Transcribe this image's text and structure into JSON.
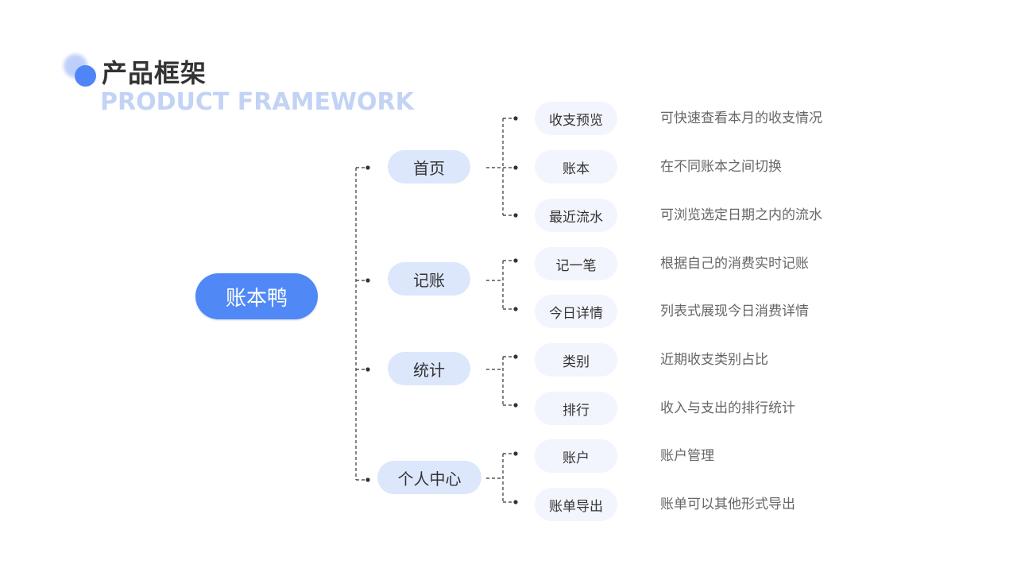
{
  "header": {
    "title_cn": "产品框架",
    "title_en": "PRODUCT FRAMEWORK"
  },
  "root": {
    "label": "账本鸭"
  },
  "branches": [
    {
      "label": "首页",
      "children": [
        {
          "label": "收支预览",
          "desc": "可快速查看本月的收支情况"
        },
        {
          "label": "账本",
          "desc": "在不同账本之间切换"
        },
        {
          "label": "最近流水",
          "desc": "可浏览选定日期之内的流水"
        }
      ]
    },
    {
      "label": "记账",
      "children": [
        {
          "label": "记一笔",
          "desc": "根据自己的消费实时记账"
        },
        {
          "label": "今日详情",
          "desc": "列表式展现今日消费详情"
        }
      ]
    },
    {
      "label": "统计",
      "children": [
        {
          "label": "类别",
          "desc": "近期收支类别占比"
        },
        {
          "label": "排行",
          "desc": "收入与支出的排行统计"
        }
      ]
    },
    {
      "label": "个人中心",
      "children": [
        {
          "label": "账户",
          "desc": "账户管理"
        },
        {
          "label": "账单导出",
          "desc": "账单可以其他形式导出"
        }
      ]
    }
  ],
  "colors": {
    "accent": "#4f86f7",
    "root_fill": "#5089f5",
    "branch_fill": "#dce7fb",
    "leaf_fill": "#f2f5fd",
    "subtitle": "#c2d3f5",
    "connector": "#333333"
  }
}
